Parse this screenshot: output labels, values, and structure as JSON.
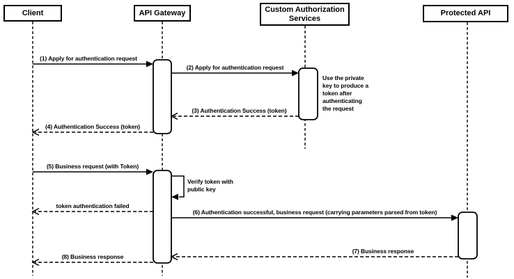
{
  "diagram_type": "sequence-diagram",
  "colors": {
    "line": "#000000",
    "background": "#ffffff",
    "shape_fill": "#ffffff",
    "text": "#000000"
  },
  "actors": [
    {
      "label": "Client"
    },
    {
      "label": "API Gateway"
    },
    {
      "label": "Custom Authorization Services"
    },
    {
      "label": "Protected API"
    }
  ],
  "messages": [
    {
      "label": "(1) Apply for authentication request",
      "from": "Client",
      "to": "API Gateway",
      "style": "solid"
    },
    {
      "label": "(2) Apply for authentication request",
      "from": "API Gateway",
      "to": "Custom Authorization Services",
      "style": "solid"
    },
    {
      "label": "(3) Authentication Success (token)",
      "from": "Custom Authorization Services",
      "to": "API Gateway",
      "style": "dashed"
    },
    {
      "label": "(4) Authentication Success (token)",
      "from": "API Gateway",
      "to": "Client",
      "style": "dashed"
    },
    {
      "label": "(5) Business request (with Token)",
      "from": "Client",
      "to": "API Gateway",
      "style": "solid"
    },
    {
      "label": "token authentication failed",
      "from": "API Gateway",
      "to": "Client",
      "style": "dashed"
    },
    {
      "label": "(6) Authentication successful, business request (carrying parameters parsed from token)",
      "from": "API Gateway",
      "to": "Protected API",
      "style": "solid"
    },
    {
      "label": "(7) Business response",
      "from": "Protected API",
      "to": "API Gateway",
      "style": "dashed"
    },
    {
      "label": "(8) Business response",
      "from": "API Gateway",
      "to": "Client",
      "style": "dashed"
    }
  ],
  "self_message": {
    "label": "Verify token with public key",
    "on": "API Gateway"
  },
  "note": {
    "text": "Use the private key to produce a token after authenticating the request",
    "near": "Custom Authorization Services"
  }
}
